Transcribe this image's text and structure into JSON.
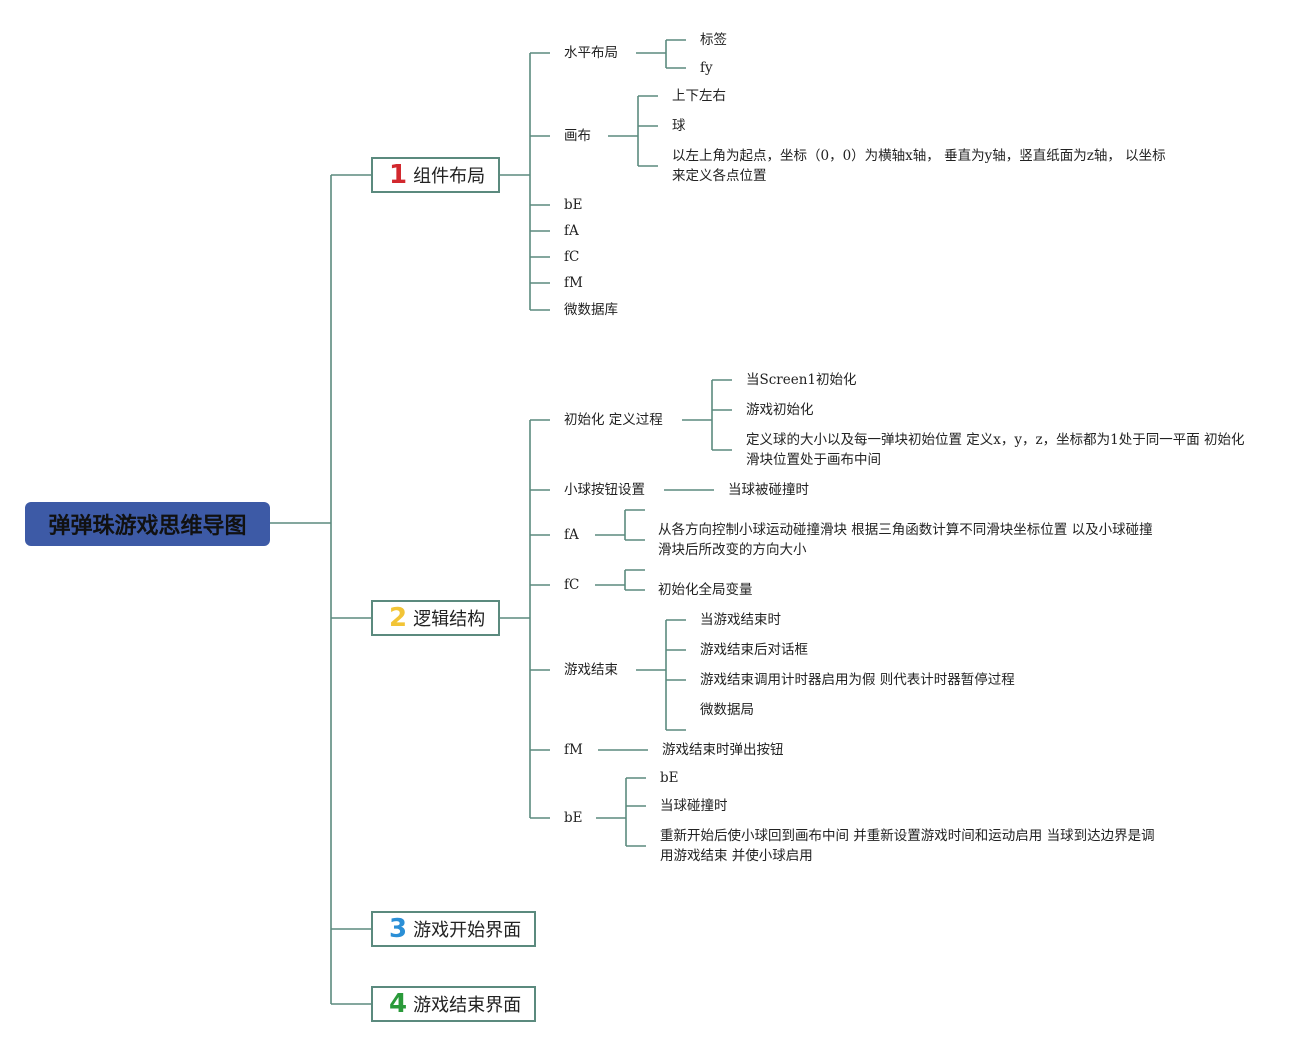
{
  "root": {
    "title": "弹弹珠游戏思维导图"
  },
  "branches": {
    "b1": {
      "num": "1",
      "label": "组件布局",
      "color": "#d2282e"
    },
    "b2": {
      "num": "2",
      "label": "逻辑结构",
      "color": "#f2c436"
    },
    "b3": {
      "num": "3",
      "label": "游戏开始界面",
      "color": "#2b8fd6"
    },
    "b4": {
      "num": "4",
      "label": "游戏结束界面",
      "color": "#2a9a3a"
    }
  },
  "layout_nodes": {
    "horizontal": "水平布局",
    "horizontal_children": [
      "标签",
      "fy"
    ],
    "canvas": "画布",
    "canvas_children": [
      "上下左右",
      "球",
      "以左上角为起点，坐标（0，0）为横轴x轴， 垂直为y轴，竖直纸面为z轴， 以坐标来定义各点位置"
    ],
    "bE": "bE",
    "fA": "fA",
    "fC": "fC",
    "fM": "fM",
    "db": "微数据库"
  },
  "logic_nodes": {
    "init": "初始化 定义过程",
    "init_children": [
      "当Screen1初始化",
      "游戏初始化",
      "定义球的大小以及每一弹块初始位置 定义x，y，z，坐标都为1处于同一平面 初始化滑块位置处于画布中间"
    ],
    "ball_button": "小球按钮设置",
    "ball_button_child": "当球被碰撞时",
    "fA": "fA",
    "fA_child": "从各方向控制小球运动碰撞滑块 根据三角函数计算不同滑块坐标位置 以及小球碰撞滑块后所改变的方向大小",
    "fC": "fC",
    "fC_child": "初始化全局变量",
    "game_over": "游戏结束",
    "game_over_children": [
      "当游戏结束时",
      "游戏结束后对话框",
      "游戏结束调用计时器启用为假 则代表计时器暂停过程",
      "微数据局"
    ],
    "fM": "fM",
    "fM_child": "游戏结束时弹出按钮",
    "bE": "bE",
    "bE_children": [
      "bE",
      "当球碰撞时",
      "重新开始后使小球回到画布中间 并重新设置游戏时间和运动启用 当球到达边界是调用游戏结束 并使小球启用"
    ]
  }
}
